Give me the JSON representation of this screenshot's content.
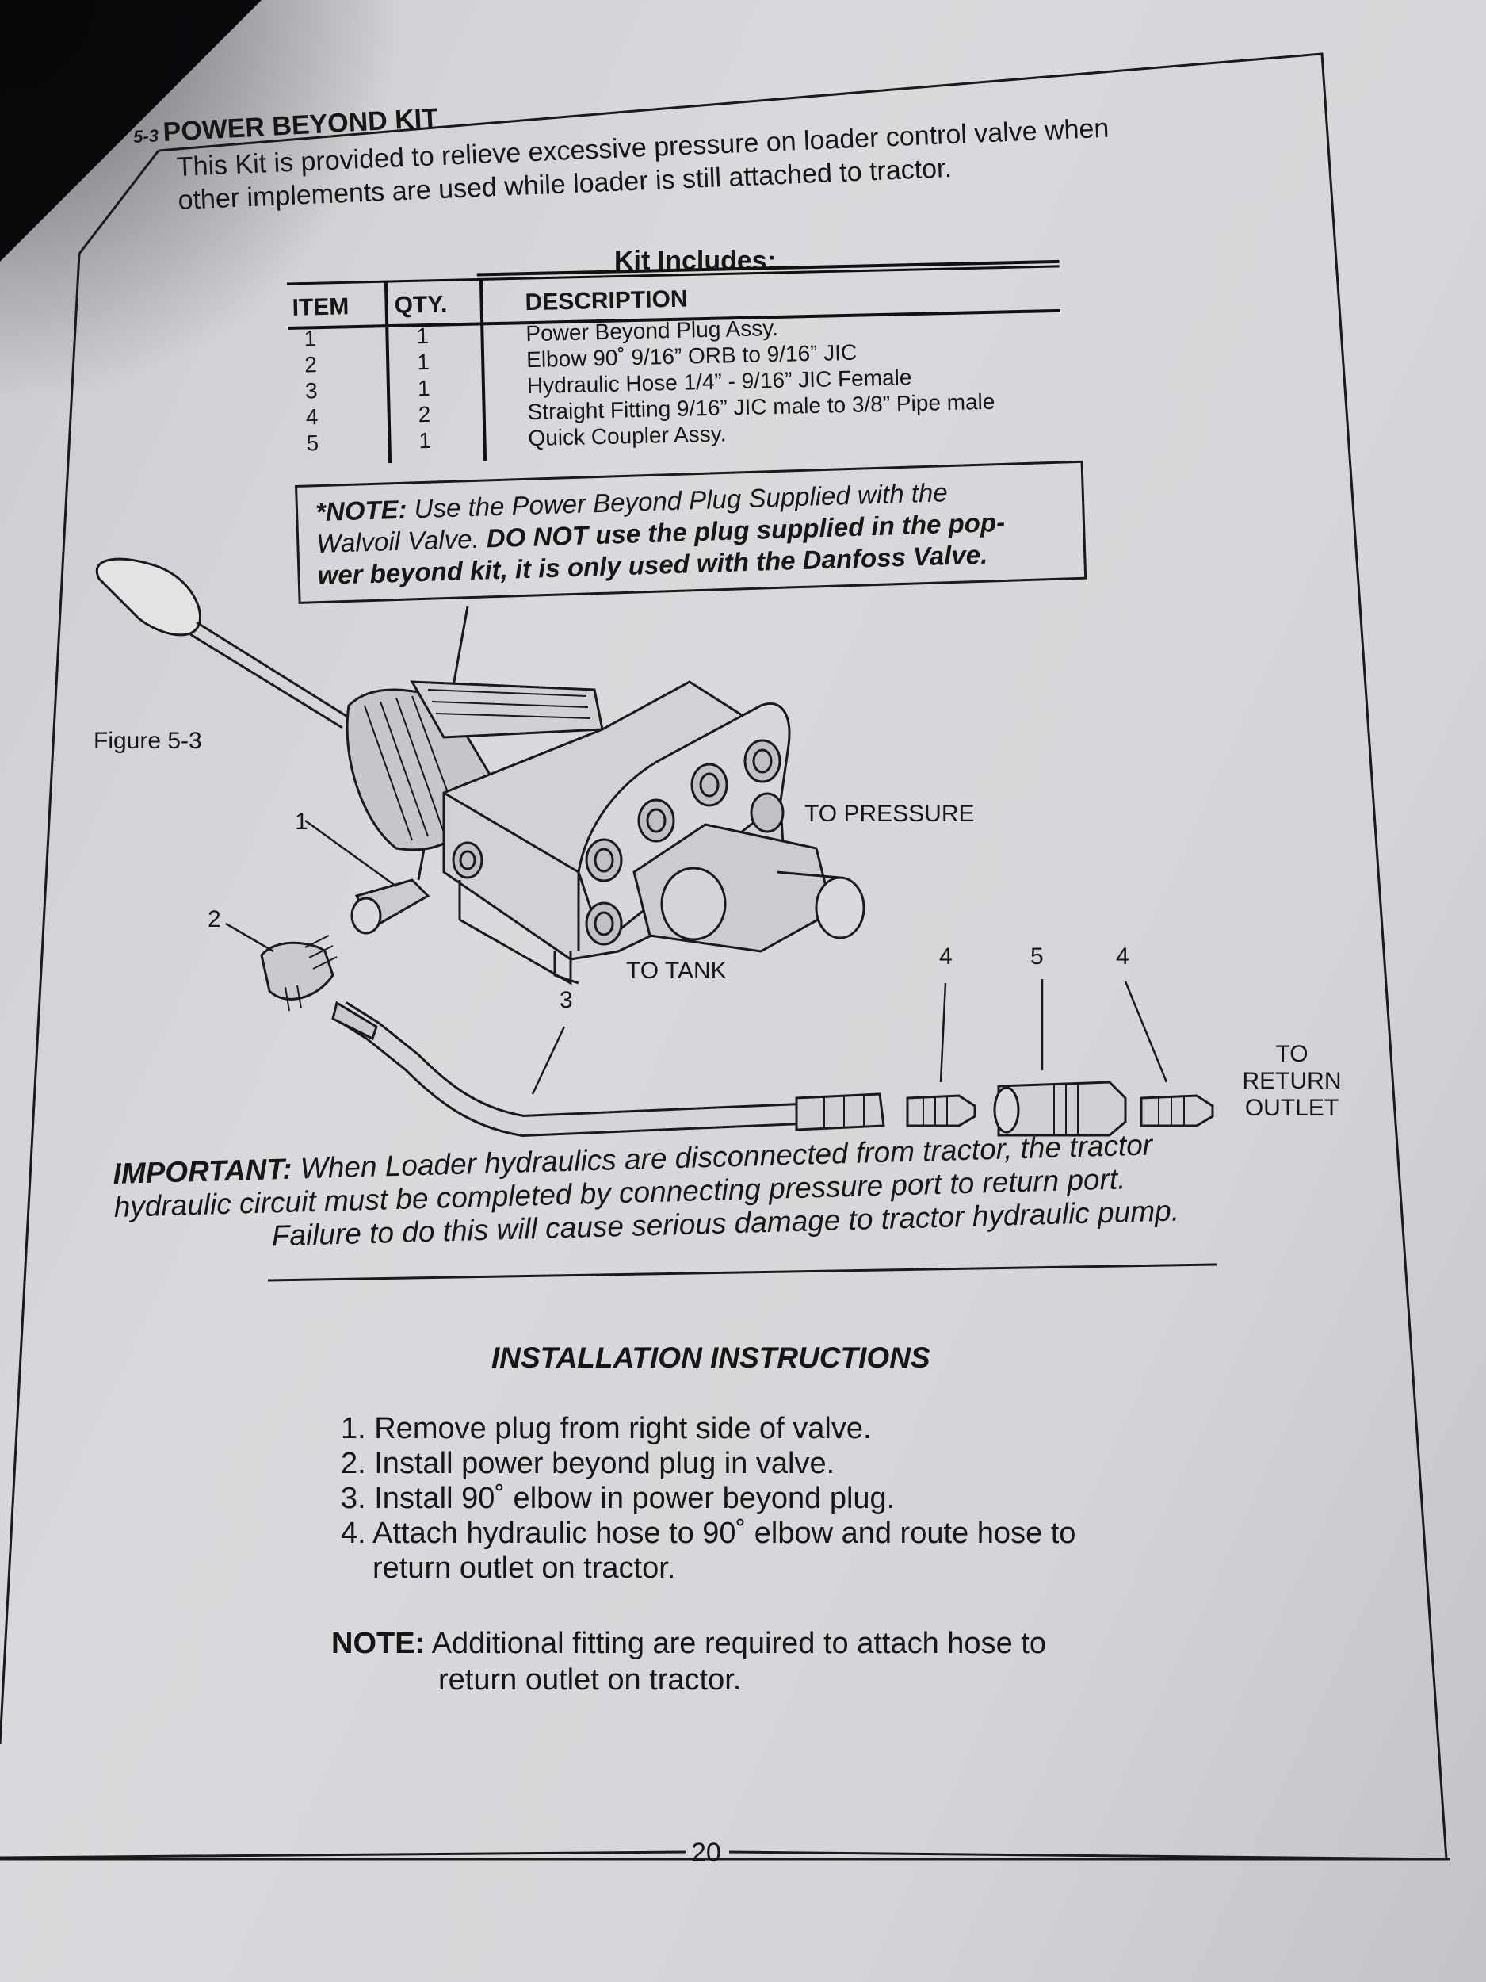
{
  "section": {
    "number": "5-3",
    "title": "POWER BEYOND KIT",
    "intro_line1": "This Kit is provided to relieve excessive pressure on loader control valve when",
    "intro_line2": "other implements are used while loader is still attached to tractor."
  },
  "kit": {
    "title": "Kit Includes:",
    "headers": {
      "item": "ITEM",
      "qty": "QTY.",
      "description": "DESCRIPTION"
    },
    "rows": [
      {
        "item": "1",
        "qty": "1",
        "description": "Power Beyond Plug Assy."
      },
      {
        "item": "2",
        "qty": "1",
        "description": "Elbow 90˚ 9/16” ORB to 9/16” JIC"
      },
      {
        "item": "3",
        "qty": "1",
        "description": "Hydraulic Hose 1/4” - 9/16” JIC Female"
      },
      {
        "item": "4",
        "qty": "2",
        "description": "Straight Fitting 9/16” JIC male to 3/8” Pipe male"
      },
      {
        "item": "5",
        "qty": "1",
        "description": "Quick Coupler Assy."
      }
    ]
  },
  "note_box": {
    "label": "*NOTE:",
    "line1_rest": " Use the Power Beyond Plug Supplied with the",
    "line2_plain": "Walvoil Valve. ",
    "line2_bold": "DO NOT use the plug supplied in the pop-",
    "line3_bold": "wer beyond kit, it is only used with the Danfoss Valve."
  },
  "figure": {
    "label": "Figure 5-3",
    "to_pressure": "TO PRESSURE",
    "to_tank": "TO TANK",
    "to_return_1": "TO",
    "to_return_2": "RETURN",
    "to_return_3": "OUTLET",
    "callouts": {
      "c1": "1",
      "c2": "2",
      "c3": "3",
      "c4a": "4",
      "c5": "5",
      "c4b": "4"
    }
  },
  "important": {
    "label": "IMPORTANT:",
    "line1_rest": " When Loader hydraulics are disconnected from tractor, the tractor",
    "line2": "hydraulic circuit must be completed by connecting pressure port to return port.",
    "line3": "Failure to do this will cause serious damage to tractor hydraulic pump."
  },
  "installation": {
    "title": "INSTALLATION INSTRUCTIONS",
    "steps": [
      "1. Remove plug from right side of valve.",
      "2. Install power beyond plug in valve.",
      "3. Install 90˚ elbow in power beyond plug.",
      "4. Attach hydraulic hose to 90˚ elbow and route hose to"
    ],
    "step4_cont": "return outlet on tractor.",
    "note_label": "NOTE:",
    "note_line1": " Additional fitting are required to attach hose to",
    "note_line2": "return outlet on tractor."
  },
  "page_number": "20"
}
